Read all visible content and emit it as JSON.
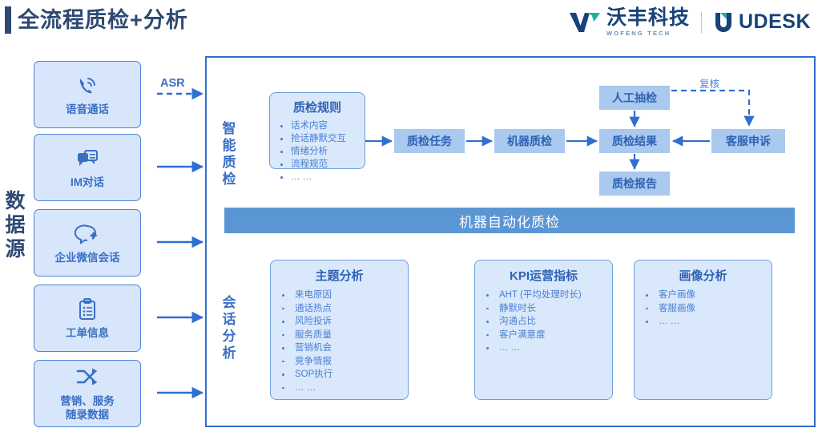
{
  "header": {
    "title": "全流程质检+分析",
    "accent_color": "#2e4a73",
    "logos": {
      "wofeng_cn": "沃丰科技",
      "wofeng_en": "WOFENG TECH",
      "udesk": "UDESK"
    }
  },
  "datasource": {
    "label": "数据源",
    "cards": [
      {
        "label": "语音通话",
        "icon": "phone-call-icon"
      },
      {
        "label": "IM对话",
        "icon": "chat-bubble-icon"
      },
      {
        "label": "企业微信会话",
        "icon": "wechat-work-bubble-icon"
      },
      {
        "label": "工单信息",
        "icon": "clipboard-list-icon"
      },
      {
        "label": "营销、服务\n随录数据",
        "icon": "shuffle-arrows-icon"
      }
    ],
    "card_fill": "#d7e6fb",
    "card_border": "#4d82d8",
    "card_text": "#3a6fc4"
  },
  "main": {
    "border_color": "#2f6fd0",
    "sections": [
      {
        "label": "智能质检"
      },
      {
        "label": "会话分析"
      }
    ],
    "asr_label": "ASR",
    "rule_card": {
      "title": "质检规则",
      "items": [
        "话术内容",
        "抢话静默交互",
        "情绪分析",
        "流程规范",
        "… …"
      ]
    },
    "flow": {
      "task": "质检任务",
      "machine": "机器质检",
      "manual_sample": "人工抽检",
      "result": "质检结果",
      "report": "质检报告",
      "appeal": "客服申诉",
      "review_label": "复核",
      "box_fill": "#a9c9ee",
      "box_text": "#2f62b5"
    },
    "banner": {
      "label": "机器自动化质检",
      "fill": "#5b96d4",
      "text_color": "#ffffff"
    },
    "analysis_cards": [
      {
        "title": "主题分析",
        "items": [
          "来电原因",
          "通话热点",
          "风险投诉",
          "服务质量",
          "营销机会",
          "竞争情报",
          "SOP执行",
          "… …"
        ]
      },
      {
        "title": "KPI运营指标",
        "items": [
          "AHT (平均处理时长)",
          "静默时长",
          "沟通占比",
          "客户满意度",
          "… …"
        ]
      },
      {
        "title": "画像分析",
        "items": [
          "客户画像",
          "客服画像",
          "… …"
        ]
      }
    ]
  }
}
